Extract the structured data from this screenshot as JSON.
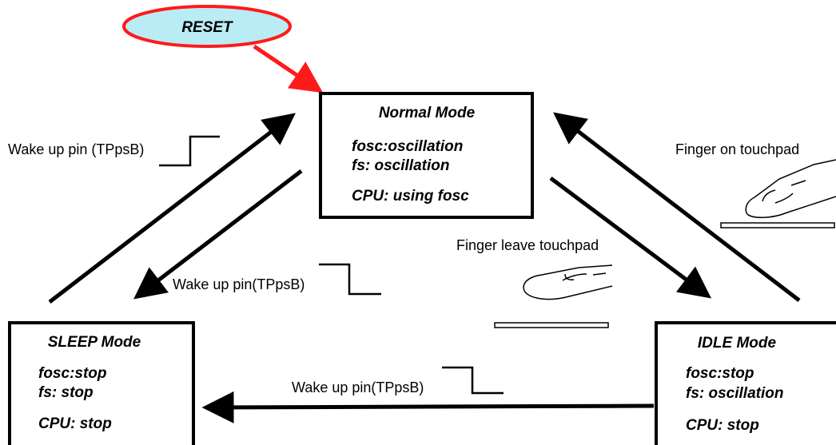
{
  "reset": {
    "label": "RESET"
  },
  "normal": {
    "title": "Normal Mode",
    "fosc": "fosc:oscillation",
    "fs": "fs: oscillation",
    "cpu": "CPU: using fosc"
  },
  "sleep": {
    "title": "SLEEP Mode",
    "fosc": "fosc:stop",
    "fs": "fs: stop",
    "cpu": "CPU: stop"
  },
  "idle": {
    "title": "IDLE Mode",
    "fosc": "fosc:stop",
    "fs": "fs: oscillation",
    "cpu": "CPU: stop"
  },
  "labels": {
    "sleep_to_normal": "Wake up pin (TPpsB)",
    "normal_to_sleep": "Wake up pin(TPpsB)",
    "idle_to_sleep": "Wake up pin(TPpsB)",
    "idle_to_normal": "Finger on touchpad",
    "normal_to_idle": "Finger leave touchpad"
  },
  "colors": {
    "reset_fill": "#b9ecf5",
    "reset_stroke": "#ff1a1a",
    "reset_arrow": "#ff1a1a",
    "line": "#000000"
  }
}
